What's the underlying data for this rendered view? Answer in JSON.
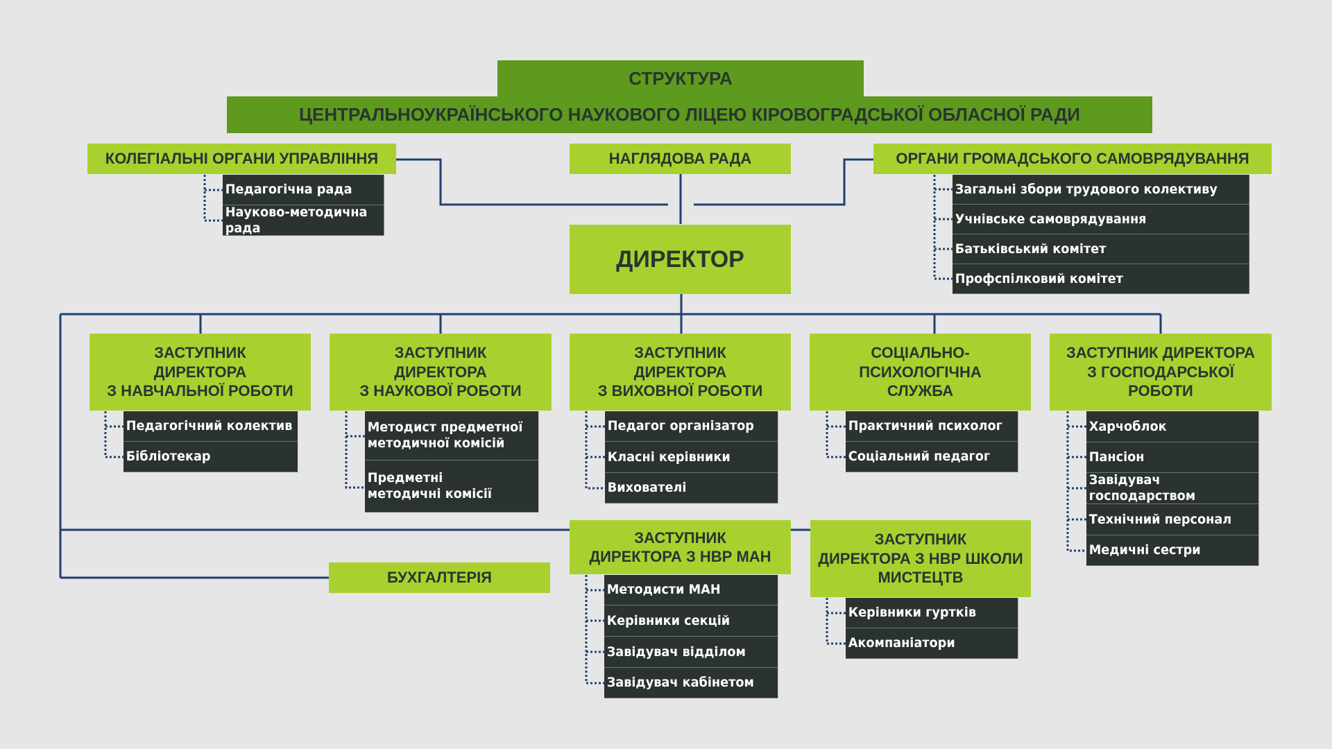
{
  "title": {
    "line1": "СТРУКТУРА",
    "line2": "ЦЕНТРАЛЬНОУКРАЇНСЬКОГО НАУКОВОГО ЛІЦЕЮ КІРОВОГРАДСЬКОЇ ОБЛАСНОЇ РАДИ"
  },
  "colors": {
    "background": "#e6e6e6",
    "title_green": "#5e9a1e",
    "box_lime": "#a8d12f",
    "sub_dark": "#2a332d",
    "connector_blue": "#1f3f73"
  },
  "collegial": {
    "label": "КОЛЕГІАЛЬНІ ОРГАНИ УПРАВЛІННЯ",
    "items": [
      "Педагогічна рада",
      "Науково-методична рада"
    ]
  },
  "supervisory": {
    "label": "НАГЛЯДОВА РАДА"
  },
  "public_bodies": {
    "label": "ОРГАНИ ГРОМАДСЬКОГО САМОВРЯДУВАННЯ",
    "items": [
      "Загальні збори трудового колективу",
      "Учнівське самоврядування",
      "Батьківський комітет",
      "Профспілковий комітет"
    ]
  },
  "director": {
    "label": "ДИРЕКТОР"
  },
  "deputies": {
    "academic": {
      "label": "ЗАСТУПНИК\nДИРЕКТОРА\nЗ НАВЧАЛЬНОЇ РОБОТИ",
      "items": [
        "Педагогічний колектив",
        "Бібліотекар"
      ]
    },
    "science": {
      "label": "ЗАСТУПНИК\nДИРЕКТОРА\nЗ НАУКОВОЇ РОБОТИ",
      "items": [
        "Методист предметної\nметодичної комісій",
        "Предметні\nметодичні комісії"
      ]
    },
    "upbringing": {
      "label": "ЗАСТУПНИК\nДИРЕКТОРА\nЗ ВИХОВНОЇ РОБОТИ",
      "items": [
        "Педагог організатор",
        "Класні керівники",
        "Вихователі"
      ]
    },
    "social": {
      "label": "СОЦІАЛЬНО-\nПСИХОЛОГІЧНА\nСЛУЖБА",
      "items": [
        "Практичний психолог",
        "Соціальний педагог"
      ]
    },
    "household": {
      "label": "ЗАСТУПНИК ДИРЕКТОРА\nЗ ГОСПОДАРСЬКОЇ\nРОБОТИ",
      "items": [
        "Харчоблок",
        "Пансіон",
        "Завідувач господарством",
        "Технічний персонал",
        "Медичні сестри"
      ]
    },
    "man": {
      "label": "ЗАСТУПНИК\nДИРЕКТОРА З НВР МАН",
      "items": [
        "Методисти МАН",
        "Керівники секцій",
        "Завідувач відділом",
        "Завідувач кабінетом"
      ]
    },
    "arts": {
      "label": "ЗАСТУПНИК\nДИРЕКТОРА З НВР ШКОЛИ\nМИСТЕЦТВ",
      "items": [
        "Керівники гуртків",
        "Акомпаніатори"
      ]
    }
  },
  "accounting": {
    "label": "БУХГАЛТЕРІЯ"
  }
}
